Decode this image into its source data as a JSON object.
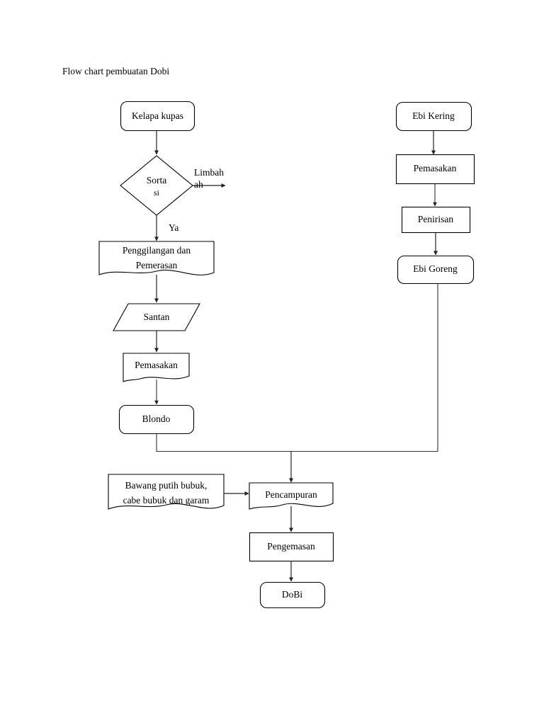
{
  "document": {
    "title": "Flow chart pembuatan Dobi",
    "background_color": "#ffffff",
    "line_color": "#000000",
    "text_color": "#000000"
  },
  "chart_data": {
    "type": "diagram",
    "diagram_kind": "flowchart",
    "title": "Flow chart pembuatan Dobi",
    "nodes": [
      {
        "id": "kelapa_kupas",
        "label": "Kelapa kupas",
        "shape": "terminator",
        "branch": "left"
      },
      {
        "id": "sortasi",
        "label": "Sortasi",
        "shape": "decision",
        "branch": "left",
        "label_line1": "Sorta",
        "label_line2": "si"
      },
      {
        "id": "penggilingan",
        "label": "Penggilangan dan Pemerasan",
        "shape": "document",
        "branch": "left",
        "label_line1": "Penggilangan dan",
        "label_line2": "Pemerasan"
      },
      {
        "id": "santan",
        "label": "Santan",
        "shape": "parallelogram",
        "branch": "left"
      },
      {
        "id": "pemasakan_kiri",
        "label": "Pemasakan",
        "shape": "document",
        "branch": "left"
      },
      {
        "id": "blondo",
        "label": "Blondo",
        "shape": "terminator",
        "branch": "left"
      },
      {
        "id": "ebi_kering",
        "label": "Ebi Kering",
        "shape": "terminator",
        "branch": "right"
      },
      {
        "id": "pemasakan_kanan",
        "label": "Pemasakan",
        "shape": "process",
        "branch": "right"
      },
      {
        "id": "penirisan",
        "label": "Penirisan",
        "shape": "process",
        "branch": "right"
      },
      {
        "id": "ebi_goreng",
        "label": "Ebi Goreng",
        "shape": "terminator",
        "branch": "right"
      },
      {
        "id": "bumbu",
        "label": "Bawang putih bubuk, cabe bubuk dan garam",
        "shape": "document",
        "branch": "bottom",
        "label_line1": "Bawang putih bubuk,",
        "label_line2": "cabe bubuk dan garam"
      },
      {
        "id": "pencampuran",
        "label": "Pencampuran",
        "shape": "document",
        "branch": "bottom"
      },
      {
        "id": "pengemasan",
        "label": "Pengemasan",
        "shape": "process",
        "branch": "bottom"
      },
      {
        "id": "dobi",
        "label": "DoBi",
        "shape": "terminator",
        "branch": "bottom"
      }
    ],
    "edges": [
      {
        "from": "kelapa_kupas",
        "to": "sortasi",
        "label": ""
      },
      {
        "from": "sortasi",
        "to": "penggilingan",
        "label": "Ya"
      },
      {
        "from": "sortasi",
        "to": "",
        "label": "Limbah",
        "label_line2": "ah",
        "direction": "right"
      },
      {
        "from": "penggilingan",
        "to": "santan",
        "label": ""
      },
      {
        "from": "santan",
        "to": "pemasakan_kiri",
        "label": ""
      },
      {
        "from": "pemasakan_kiri",
        "to": "blondo",
        "label": ""
      },
      {
        "from": "blondo",
        "to": "pencampuran",
        "label": ""
      },
      {
        "from": "ebi_kering",
        "to": "pemasakan_kanan",
        "label": ""
      },
      {
        "from": "pemasakan_kanan",
        "to": "penirisan",
        "label": ""
      },
      {
        "from": "penirisan",
        "to": "ebi_goreng",
        "label": ""
      },
      {
        "from": "ebi_goreng",
        "to": "pencampuran",
        "label": ""
      },
      {
        "from": "bumbu",
        "to": "pencampuran",
        "label": ""
      },
      {
        "from": "pencampuran",
        "to": "pengemasan",
        "label": ""
      },
      {
        "from": "pengemasan",
        "to": "dobi",
        "label": ""
      }
    ],
    "edge_labels": [
      "Ya",
      "Limbah",
      "ah"
    ]
  },
  "labels": {
    "kelapa_kupas": "Kelapa kupas",
    "sortasi_line1": "Sorta",
    "sortasi_line2": "si",
    "limbah_line1": "Limbah",
    "limbah_line2": "ah",
    "ya": "Ya",
    "penggilingan_line1": "Penggilangan dan",
    "penggilingan_line2": "Pemerasan",
    "santan": "Santan",
    "pemasakan_kiri": "Pemasakan",
    "blondo": "Blondo",
    "ebi_kering": "Ebi Kering",
    "pemasakan_kanan": "Pemasakan",
    "penirisan": "Penirisan",
    "ebi_goreng": "Ebi Goreng",
    "bumbu_line1": "Bawang putih bubuk,",
    "bumbu_line2": "cabe bubuk dan garam",
    "pencampuran": "Pencampuran",
    "pengemasan": "Pengemasan",
    "dobi": "DoBi"
  }
}
